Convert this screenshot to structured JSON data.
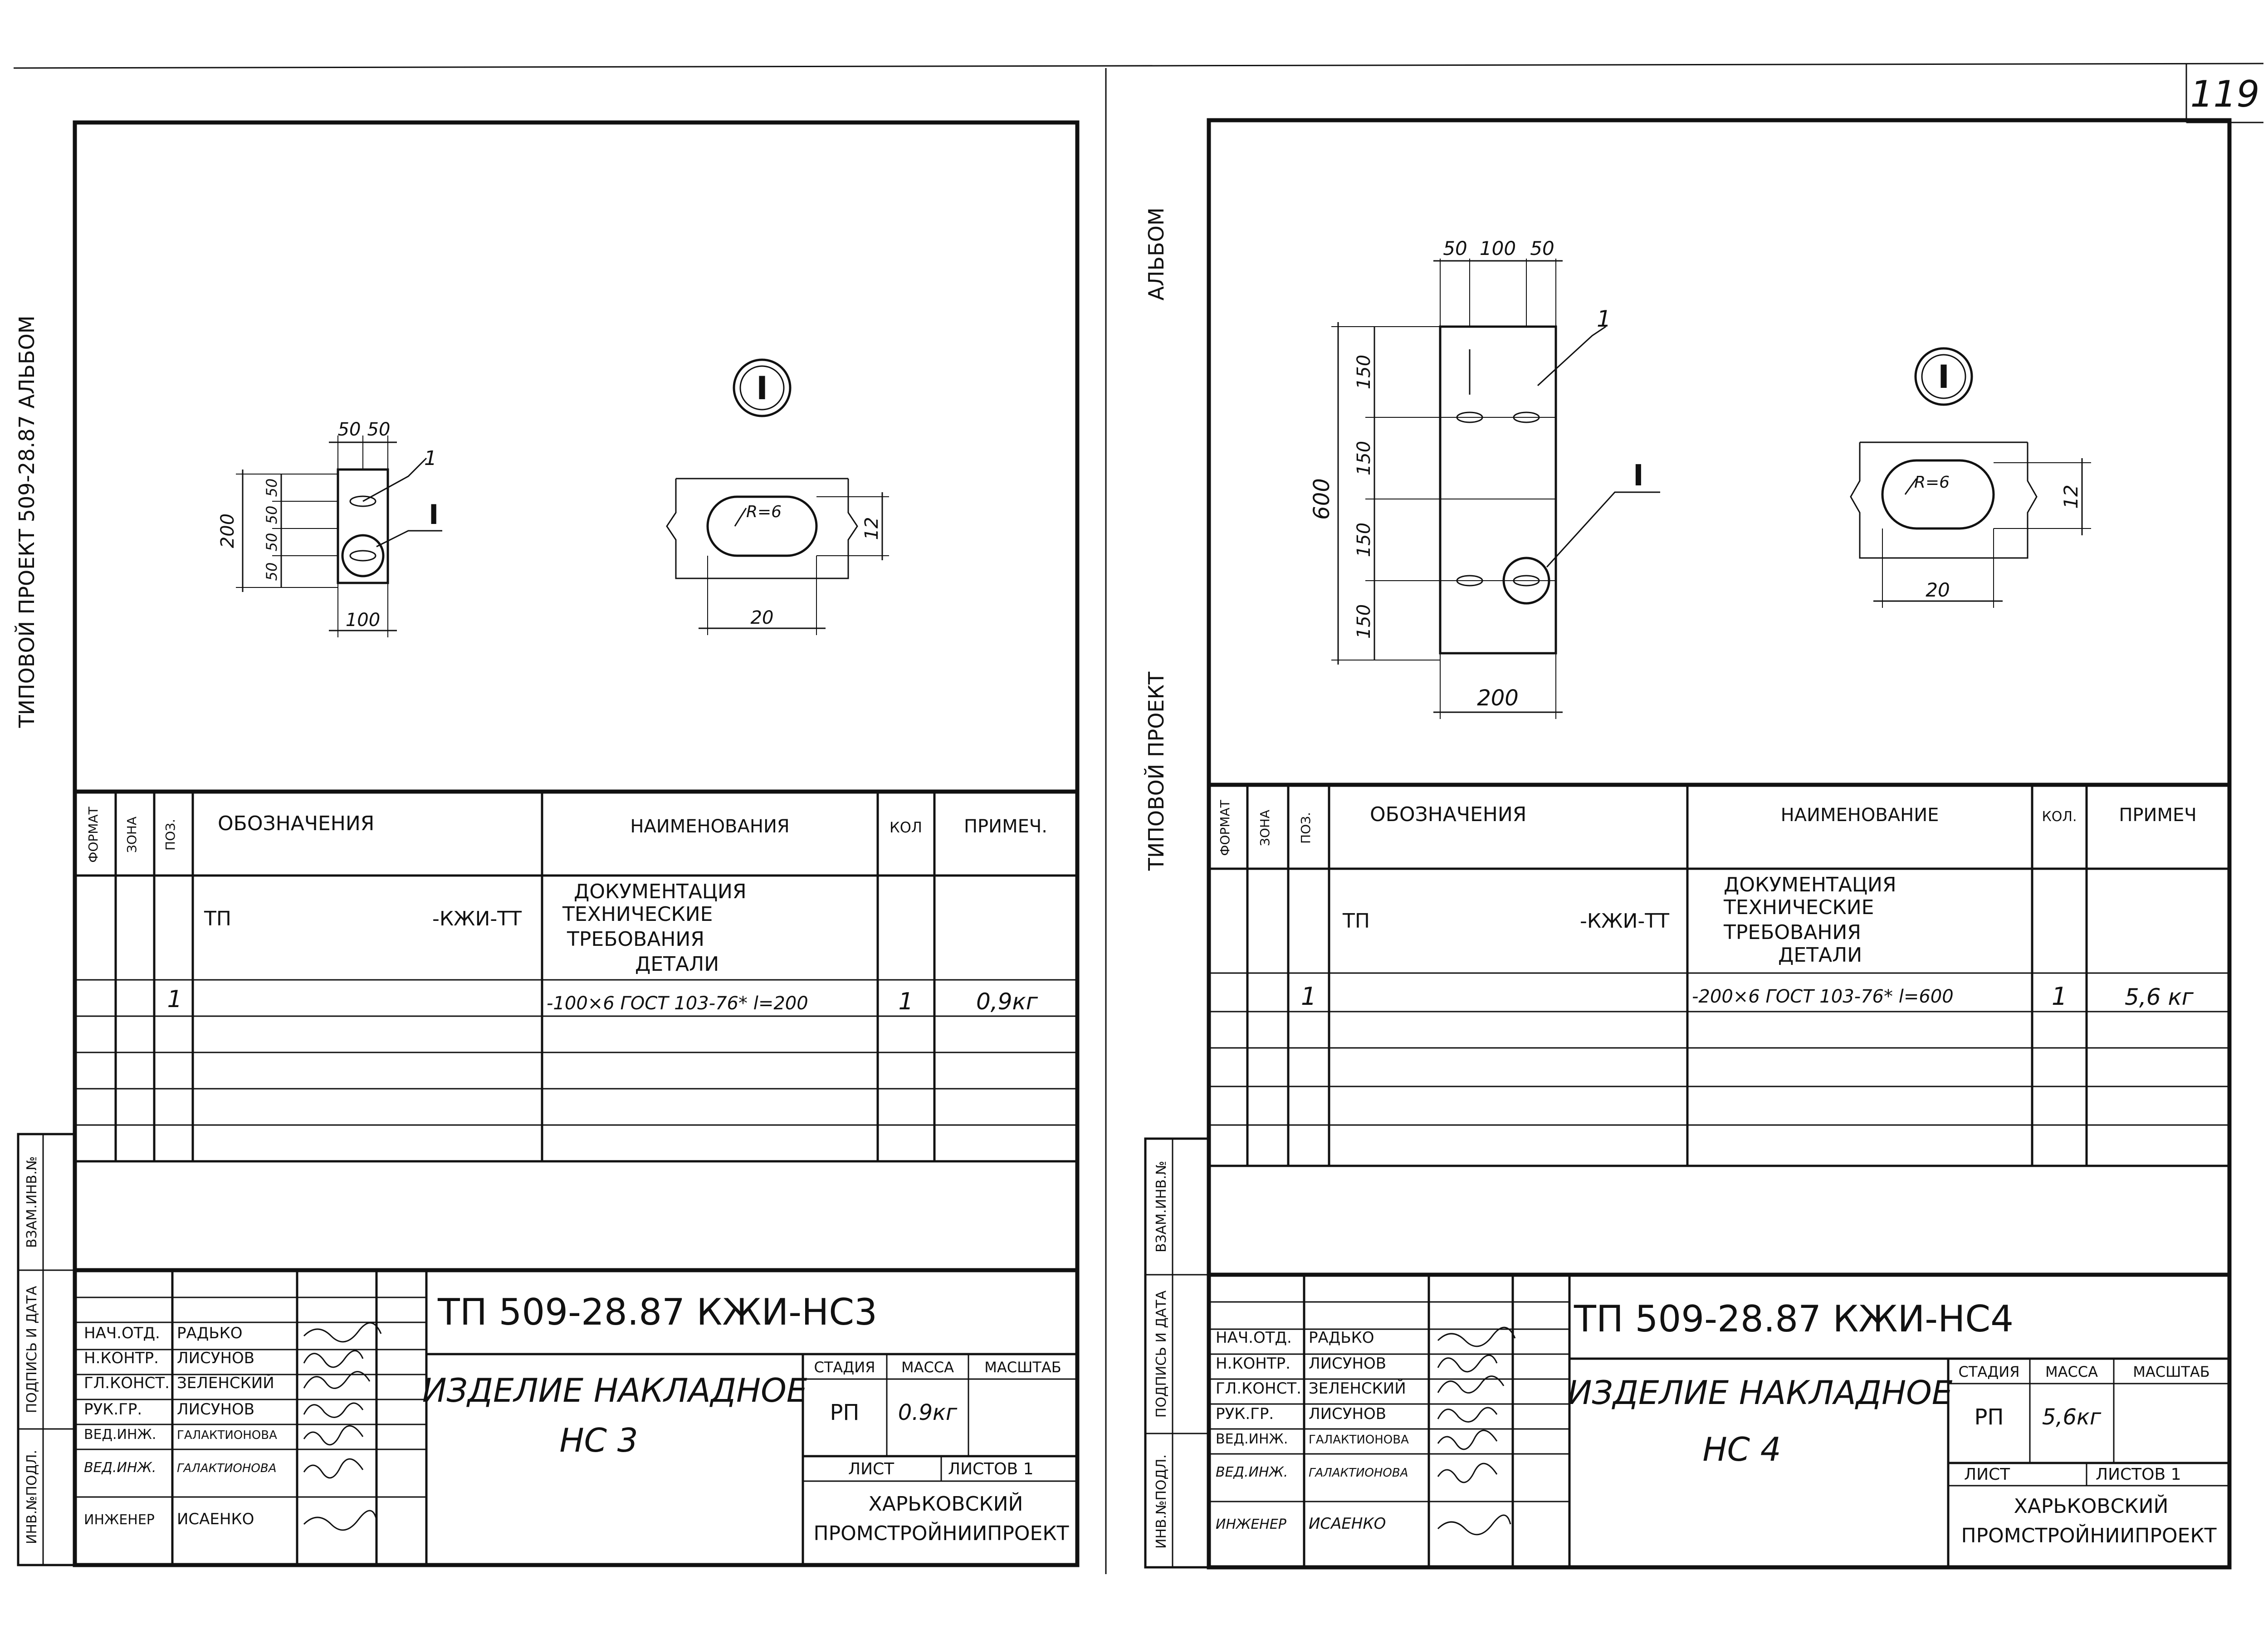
{
  "page_number": "119",
  "side_label_left": "ТИПОВОЙ ПРОЕКТ 509-28.87 АЛЬБОМ",
  "side_label_right_top": "АЛЬБОМ",
  "side_label_right_bottom": "ТИПОВОЙ ПРОЕКТ",
  "stamp_side_labels": [
    "ИНВ.№ПОДЛ.",
    "ПОДПИСЬ И ДАТА",
    "ВЗАМ.ИНВ.№"
  ],
  "detail_marker": "I",
  "sheets": [
    {
      "id": "left",
      "drawing": {
        "dim_top": [
          "50",
          "50"
        ],
        "dim_height": "200",
        "dim_left_segments": [
          "50",
          "50",
          "50",
          "50"
        ],
        "dim_bottom": "100",
        "leader_pos": "1",
        "leader_detail": "I",
        "detail_radius": "R=6",
        "detail_height": "12",
        "detail_width": "20"
      },
      "spec_table": {
        "headers": [
          "ФОРМАТ",
          "ЗОНА",
          "ПОЗ.",
          "ОБОЗНАЧЕНИЯ",
          "НАИМЕНОВАНИЯ",
          "КОЛ",
          "ПРИМЕЧ."
        ],
        "doc_ref_left": "ТП",
        "doc_ref_right": "-КЖИ-ТТ",
        "doc_name_lines": [
          "ДОКУМЕНТАЦИЯ",
          "ТЕХНИЧЕСКИЕ",
          "ТРЕБОВАНИЯ",
          "ДЕТАЛИ"
        ],
        "row_pos": "1",
        "row_name": "-100×6 ГОСТ 103-76* l=200",
        "row_qty": "1",
        "row_note": "0,9кг"
      },
      "title_block": {
        "code": "ТП   509-28.87  КЖИ-НС3",
        "product_title_line1": "ИЗДЕЛИЕ НАКЛАДНОЕ",
        "product_title_line2": "НС 3",
        "col_stage": "СТАДИЯ",
        "col_mass": "МАССА",
        "col_scale": "МАСШТАБ",
        "stage": "РП",
        "mass": "0.9кг",
        "sheet_label": "ЛИСТ",
        "sheets_label": "ЛИСТОВ 1",
        "org_line1": "ХАРЬКОВСКИЙ",
        "org_line2": "ПРОМСТРОЙНИИПРОЕКТ",
        "signatures": [
          {
            "role": "НАЧ.ОТД.",
            "name": "РАДЬКО"
          },
          {
            "role": "Н.КОНТР.",
            "name": "ЛИСУНОВ"
          },
          {
            "role": "ГЛ.КОНСТ.",
            "name": "ЗЕЛЕНСКИЙ"
          },
          {
            "role": "РУК.ГР.",
            "name": "ЛИСУНОВ"
          },
          {
            "role": "ВЕД.ИНЖ.",
            "name": "ГАЛАКТИОНОВА"
          },
          {
            "role": "ВЕД.ИНЖ.",
            "name": "ГАЛАКТИОНОВА"
          },
          {
            "role": "ИНЖЕНЕР",
            "name": "ИСАЕНКО"
          }
        ]
      }
    },
    {
      "id": "right",
      "drawing": {
        "dim_top": [
          "50",
          "100",
          "50"
        ],
        "dim_height": "600",
        "dim_left_segments": [
          "150",
          "150",
          "150",
          "150"
        ],
        "dim_bottom": "200",
        "leader_pos": "1",
        "leader_detail": "I",
        "detail_radius": "R=6",
        "detail_height": "12",
        "detail_width": "20"
      },
      "spec_table": {
        "headers": [
          "ФОРМАТ",
          "ЗОНА",
          "ПОЗ.",
          "ОБОЗНАЧЕНИЯ",
          "НАИМЕНОВАНИЕ",
          "КОЛ.",
          "ПРИМЕЧ"
        ],
        "doc_ref_left": "ТП",
        "doc_ref_right": "-КЖИ-ТТ",
        "doc_name_lines": [
          "ДОКУМЕНТАЦИЯ",
          "ТЕХНИЧЕСКИЕ",
          "ТРЕБОВАНИЯ",
          "ДЕТАЛИ"
        ],
        "row_pos": "1",
        "row_name": "-200×6 ГОСТ 103-76* l=600",
        "row_qty": "1",
        "row_note": "5,6 кг"
      },
      "title_block": {
        "code": "ТП   509-28.87  КЖИ-НС4",
        "product_title_line1": "ИЗДЕЛИЕ НАКЛАДНОЕ",
        "product_title_line2": "НС 4",
        "col_stage": "СТАДИЯ",
        "col_mass": "МАССА",
        "col_scale": "МАСШТАБ",
        "stage": "РП",
        "mass": "5,6кг",
        "sheet_label": "ЛИСТ",
        "sheets_label": "ЛИСТОВ 1",
        "org_line1": "ХАРЬКОВСКИЙ",
        "org_line2": "ПРОМСТРОЙНИИПРОЕКТ",
        "signatures": [
          {
            "role": "НАЧ.ОТД.",
            "name": "РАДЬКО"
          },
          {
            "role": "Н.КОНТР.",
            "name": "ЛИСУНОВ"
          },
          {
            "role": "ГЛ.КОНСТ.",
            "name": "ЗЕЛЕНСКИЙ"
          },
          {
            "role": "РУК.ГР.",
            "name": "ЛИСУНОВ"
          },
          {
            "role": "ВЕД.ИНЖ.",
            "name": "ГАЛАКТИОНОВА"
          },
          {
            "role": "ВЕД.ИНЖ.",
            "name": "ГАЛАКТИОНОВА"
          },
          {
            "role": "ИНЖЕНЕР",
            "name": "ИСАЕНКО"
          }
        ]
      }
    }
  ]
}
